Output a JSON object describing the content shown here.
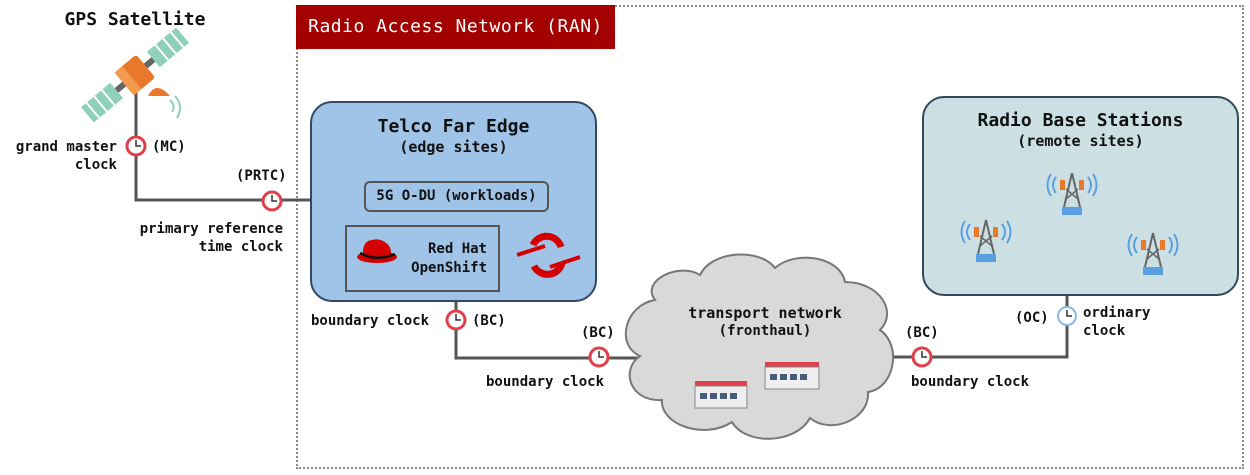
{
  "ran_title": "Radio Access Network (RAN)",
  "gps": {
    "title": "GPS Satellite"
  },
  "clocks": {
    "master_label_line1": "grand master",
    "master_label_line2": "clock",
    "master_tag": "(MC)",
    "prtc_tag": "(PRTC)",
    "prtc_label_line1": "primary reference",
    "prtc_label_line2": "time clock",
    "bc1_label": "boundary clock",
    "bc1_tag": "(BC)",
    "bc2_tag": "(BC)",
    "bc2_label": "boundary clock",
    "bc3_tag": "(BC)",
    "bc3_label": "boundary clock",
    "oc_tag": "(OC)",
    "oc_label_line1": "ordinary",
    "oc_label_line2": "clock"
  },
  "edge": {
    "title": "Telco Far Edge",
    "subtitle": "(edge sites)",
    "workload": "5G O-DU (workloads)",
    "openshift_line1": "Red Hat",
    "openshift_line2": "OpenShift"
  },
  "transport": {
    "title": "transport network",
    "subtitle": "(fronthaul)"
  },
  "rbs": {
    "title": "Radio Base Stations",
    "subtitle": "(remote sites)"
  },
  "colors": {
    "ran_red": "#a30000",
    "edge_blue": "#a0c3e8",
    "rbs_teal": "#cce0e3",
    "cloud_gray": "#d9d9d9",
    "clock_red": "#e0404a",
    "clock_blue": "#8fb8e8"
  }
}
